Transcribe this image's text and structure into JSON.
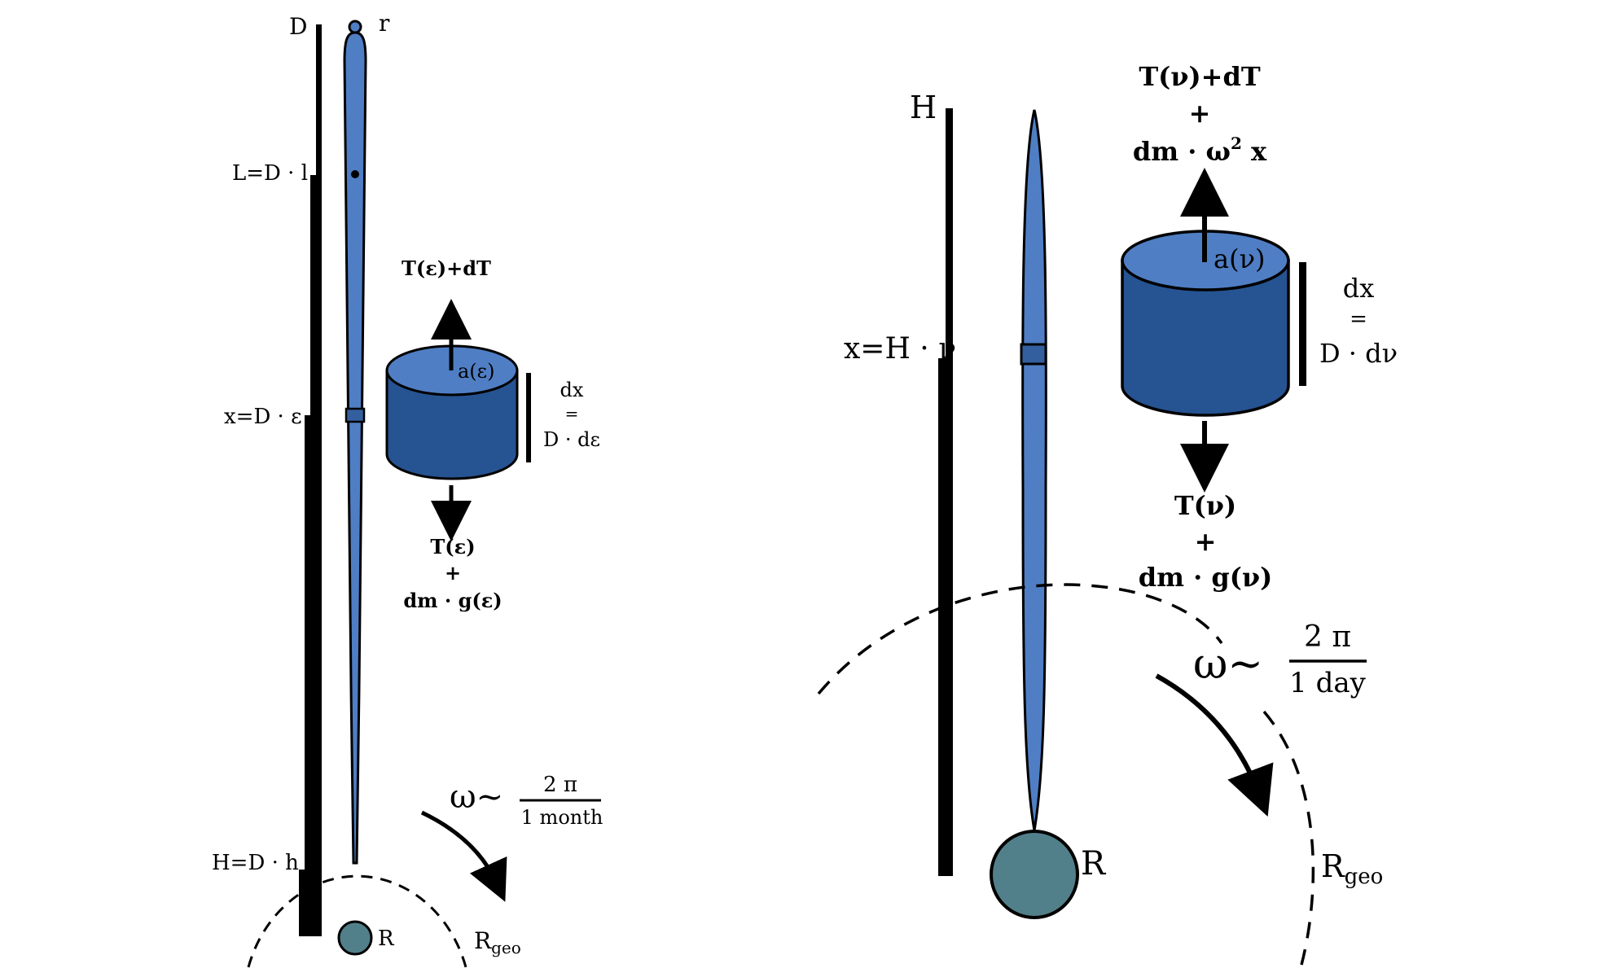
{
  "colors": {
    "tether_fill": "#4f7ec4",
    "cylinder_side": "#265391",
    "cylinder_top": "#4f7ec4",
    "planet": "#52808a",
    "ink": "#000000"
  },
  "left_panel": {
    "label_D": "D",
    "label_r": "r",
    "label_L": "L=D · l",
    "label_x": "x=D · ε",
    "label_H": "H=D · h",
    "label_R": "R",
    "label_Rgeo_main": "R",
    "label_Rgeo_sub": "geo",
    "force_up": "T(ε)+dT",
    "cylinder_area": "a(ε)",
    "dx_line1": "dx",
    "dx_line2": "=",
    "dx_line3": "D · dε",
    "force_down_1": "T(ε)",
    "force_down_plus": "+",
    "force_down_2": "dm · g(ε)",
    "omega_symbol": "ω~",
    "omega_num": "2 π",
    "omega_den": "1 month"
  },
  "right_panel": {
    "label_H": "H",
    "label_x": "x=H · ν",
    "label_R": "R",
    "label_Rgeo_main": "R",
    "label_Rgeo_sub": "geo",
    "force_up_1": "T(ν)+dT",
    "force_up_plus": "+",
    "force_up_2a": "dm · ω",
    "force_up_2_sup": "2",
    "force_up_2b": " x",
    "cylinder_area": "a(ν)",
    "dx_line1": "dx",
    "dx_line2": "=",
    "dx_line3": "D · dν",
    "force_down_1": "T(ν)",
    "force_down_plus": "+",
    "force_down_2": "dm · g(ν)",
    "omega_symbol": "ω~",
    "omega_num": "2 π",
    "omega_den": "1 day"
  }
}
